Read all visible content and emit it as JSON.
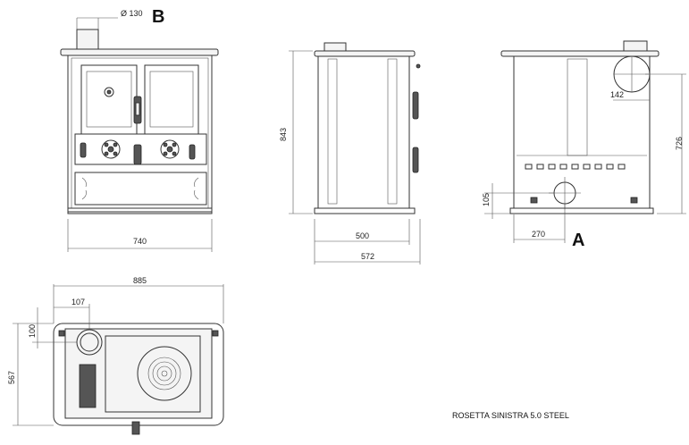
{
  "labels": {
    "diameter": "Ø 130",
    "view_b": "B",
    "view_a": "A",
    "caption": "ROSETTA SINISTRA 5.0 STEEL"
  },
  "dimensions": {
    "front_width": "740",
    "front_height": "843",
    "side_depth_inner": "500",
    "side_depth_outer": "572",
    "rear_flue_offset": "142",
    "rear_flue_height": "726",
    "rear_inlet_height": "105",
    "rear_inlet_offset": "270",
    "top_width": "885",
    "top_flue_offset_x": "107",
    "top_flue_offset_y": "100",
    "top_depth": "567"
  },
  "colors": {
    "line": "#333333",
    "panel": "#f4f4f4",
    "dark": "#555555"
  }
}
